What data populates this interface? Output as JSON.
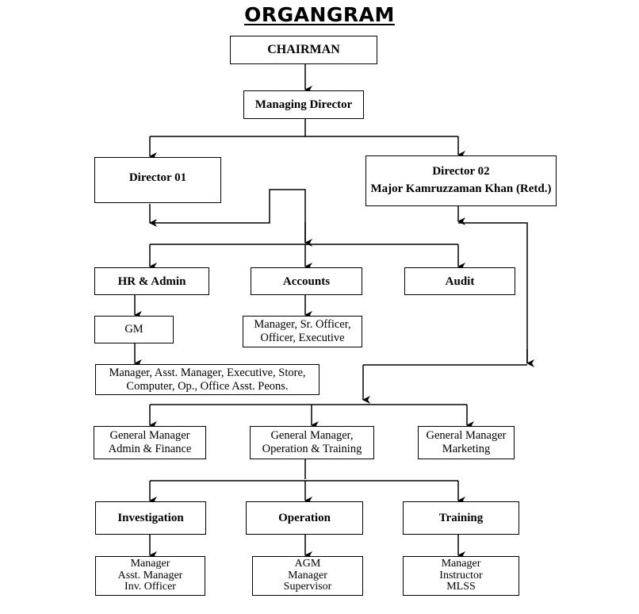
{
  "title": "ORGANGRAM",
  "chairman": "CHAIRMAN",
  "managing_director": "Managing Director",
  "director1": "Director 01",
  "director2": {
    "line1": "Director 02",
    "line2": "Major Kamruzzaman Khan (Retd.)"
  },
  "hr_admin": "HR & Admin",
  "accounts": "Accounts",
  "audit": "Audit",
  "gm": "GM",
  "accounts_staff": {
    "line1": "Manager, Sr. Officer,",
    "line2": "Officer, Executive"
  },
  "hr_staff": {
    "line1": "Manager, Asst. Manager, Executive, Store,",
    "line2": "Computer, Op., Office Asst. Peons."
  },
  "gm_admin_finance": {
    "line1": "General Manager",
    "line2": "Admin & Finance"
  },
  "gm_operation_training": {
    "line1": "General Manager,",
    "line2": "Operation & Training"
  },
  "gm_marketing": {
    "line1": "General Manager",
    "line2": "Marketing"
  },
  "investigation": "Investigation",
  "operation": "Operation",
  "training": "Training",
  "investigation_staff": [
    "Manager",
    "Asst. Manager",
    "Inv. Officer"
  ],
  "operation_staff": [
    "AGM",
    "Manager",
    "Supervisor"
  ],
  "training_staff": [
    "Manager",
    "Instructor",
    "MLSS"
  ]
}
